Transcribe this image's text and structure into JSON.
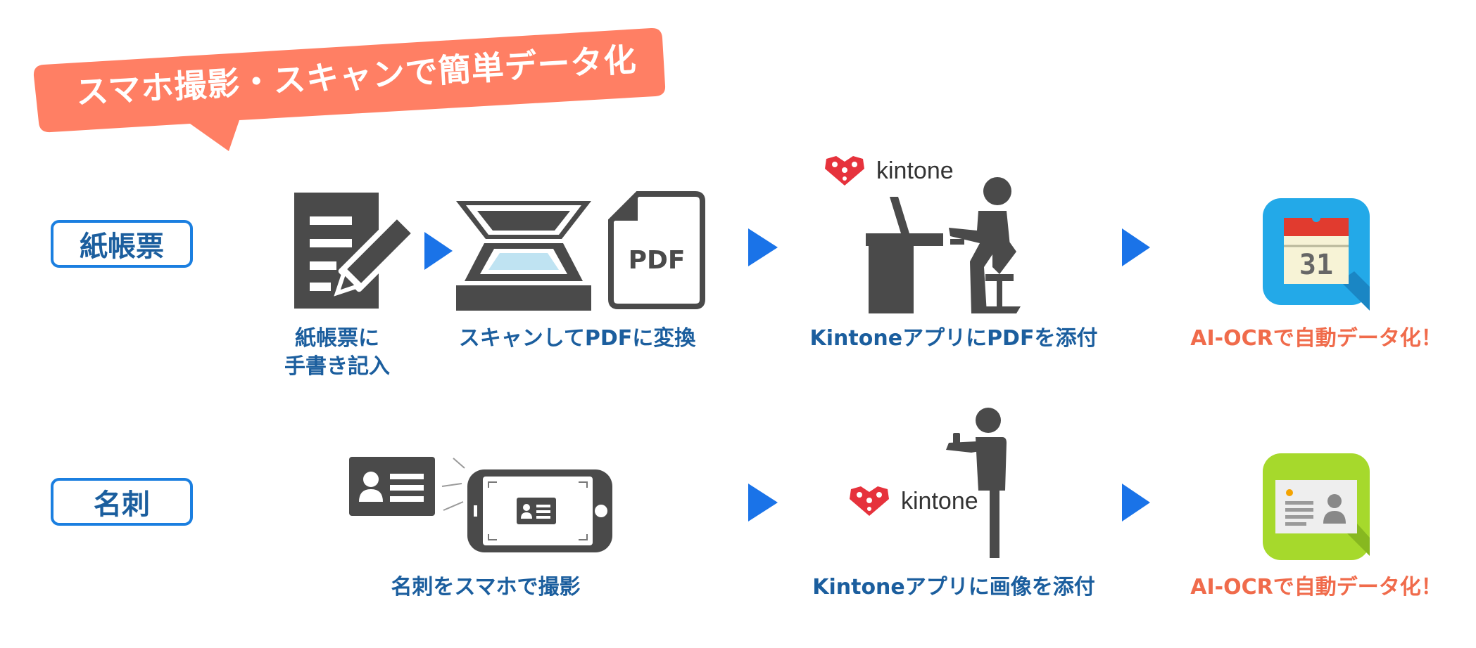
{
  "banner": {
    "text": "スマホ撮影・スキャンで簡単データ化"
  },
  "colors": {
    "banner": "#ff7f64",
    "step_blue": "#1b5e9e",
    "accent_orange": "#f06b4b",
    "arrow": "#1a73e8",
    "icon_gray": "#4a4a4a",
    "kintone_red": "#e6323c"
  },
  "brand": {
    "kintone": "kintone"
  },
  "rows": [
    {
      "label": "紙帳票",
      "steps": [
        {
          "icon": "handwriting-form-icon",
          "caption_line1": "紙帳票に",
          "caption_line2": "手書き記入"
        },
        {
          "icon": "scanner-pdf-icon",
          "caption": "スキャンしてPDFに変換",
          "pdf_text": "PDF"
        },
        {
          "icon": "kintone-desk-worker-icon",
          "caption": "KintoneアプリにPDFを添付"
        },
        {
          "icon": "calendar-app-icon",
          "caption": "AI-OCRで自動データ化！",
          "calendar_day": "31"
        }
      ]
    },
    {
      "label": "名刺",
      "steps": [
        {
          "icon": "business-card-phone-icon",
          "caption": "名刺をスマホで撮影"
        },
        {
          "icon": "kintone-phone-user-icon",
          "caption": "Kintoneアプリに画像を添付"
        },
        {
          "icon": "business-card-app-icon",
          "caption": "AI-OCRで自動データ化！"
        }
      ]
    }
  ]
}
